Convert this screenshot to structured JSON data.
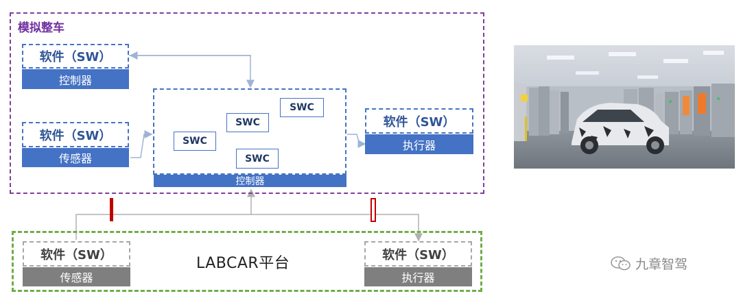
{
  "virtual_vehicle": {
    "title": "模拟整车",
    "controller": {
      "sw": "软件（SW）",
      "hw": "控制器"
    },
    "sensor": {
      "sw": "软件（SW）",
      "hw": "传感器"
    },
    "actuator": {
      "sw": "软件（SW）",
      "hw": "执行器"
    },
    "center_controller": {
      "label": "控制器",
      "swc": [
        "SWC",
        "SWC",
        "SWC",
        "SWC"
      ]
    }
  },
  "labcar": {
    "title": "LABCAR平台",
    "sensor": {
      "sw": "软件（SW）",
      "hw": "传感器"
    },
    "actuator": {
      "sw": "软件（SW）",
      "hw": "执行器"
    }
  },
  "watermark": "九章智驾",
  "colors": {
    "purple": "#7030a0",
    "blue": "#4472c4",
    "green": "#70ad47",
    "gray": "#7f7f7f",
    "red": "#c00000"
  }
}
